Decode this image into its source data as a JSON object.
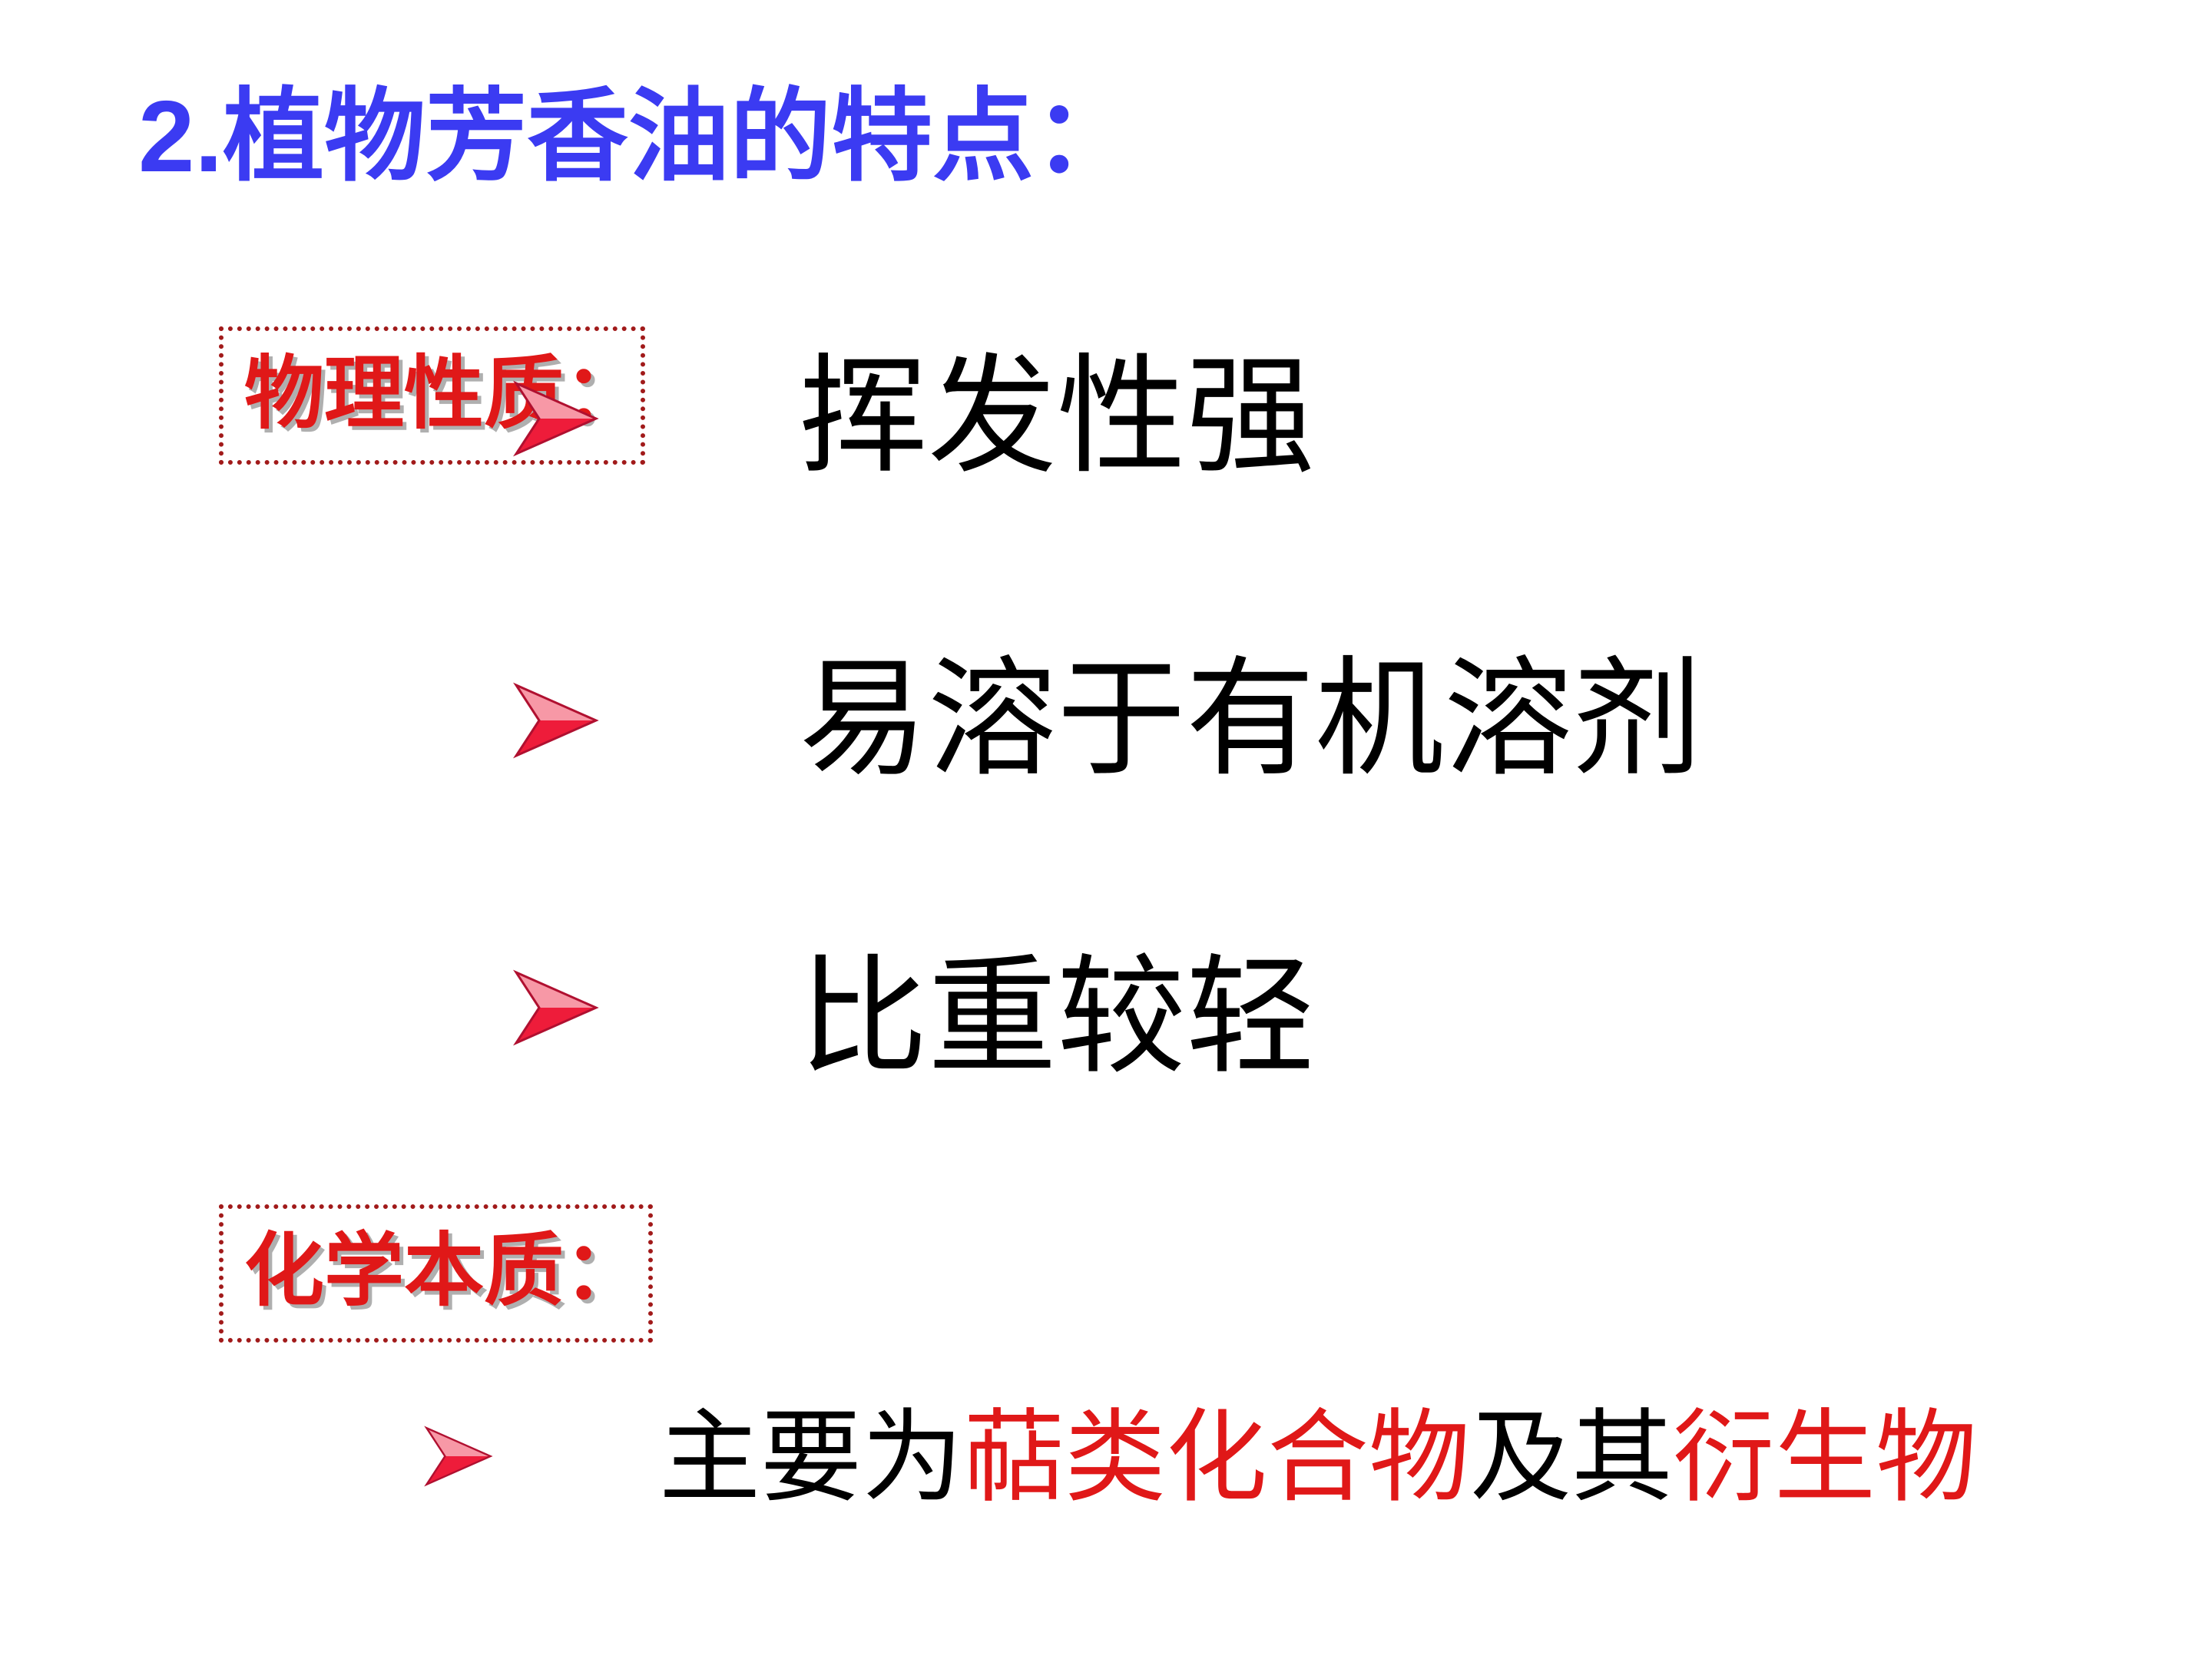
{
  "title": "2.植物芳香油的特点：",
  "physical": {
    "label": "物理性质：",
    "items": [
      "挥发性强",
      "易溶于有机溶剂",
      "比重较轻"
    ]
  },
  "chemical": {
    "label": "化学本质：",
    "line": {
      "prefix": "主要为",
      "highlight1": "萜类化合物",
      "middle": "及其",
      "highlight2": "衍生物"
    }
  },
  "icons": {
    "bullet": "arrowhead-bullet-icon"
  },
  "colors": {
    "title": "#3b3bf2",
    "label": "#e01818",
    "label_border": "#a11a1a",
    "highlight": "#e01818",
    "bullet": "#ee1c3a",
    "text": "#000000"
  }
}
